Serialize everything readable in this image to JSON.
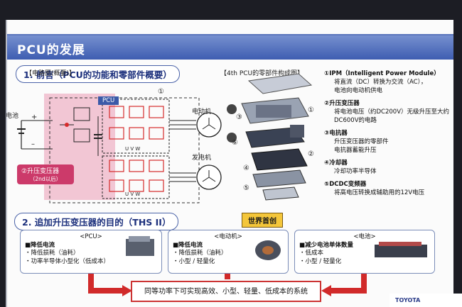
{
  "page": {
    "title": "PCU的发展"
  },
  "section1": {
    "heading": "1. 前言（PCU的功能和零部件概要）"
  },
  "circuit": {
    "heading": "【电路图(概要)】",
    "pcu_label": "PCU",
    "callout_1": "①",
    "battery_label": "电池",
    "plus": "+",
    "minus": "–",
    "motor_label": "电动机",
    "generator_label": "发电机",
    "uvw_left": "U  V  W",
    "uvw_right": "U  V  W",
    "booster_label": "②升压变压器",
    "booster_sub": "（2nd以后）"
  },
  "parts": {
    "heading": "【4th PCU的零部件构成图】",
    "callouts": [
      "①",
      "②",
      "③",
      "④",
      "⑤",
      "⑥"
    ],
    "list": [
      {
        "title": "①IPM（Intelligent Power Module）",
        "lines": [
          "将直流（DC）转换为交流（AC），",
          "电池向电动机供电"
        ]
      },
      {
        "title": "②升压变压器",
        "lines": [
          "将电池电压（约DC200V）无级升压至大约",
          "DC600V的电路"
        ]
      },
      {
        "title": "③电抗器",
        "lines": [
          "升压变压器的零部件",
          "电抗器蓄能升压"
        ]
      },
      {
        "title": "④冷却器",
        "lines": [
          "冷却功率半导体"
        ]
      },
      {
        "title": "⑤DCDC变频器",
        "lines": [
          "将高电压转换成辅助用的12V电压"
        ]
      }
    ]
  },
  "section2": {
    "heading": "2. 追加升压变压器的目的（THS II）",
    "first_tag": "世界首创"
  },
  "cards": [
    {
      "caption": "<PCU>",
      "lines": [
        "■降低电流",
        "・降低损耗（油耗）",
        "・功率半导体小型化（低成本）"
      ]
    },
    {
      "caption": "<电动机>",
      "lines": [
        "■降低电流",
        "・降低损耗（油耗）",
        "・小型 / 轻量化"
      ]
    },
    {
      "caption": "<电池>",
      "lines": [
        "■减少电池单体数量",
        "・低成本",
        "・小型 / 轻量化"
      ]
    }
  ],
  "conclusion": "同等功率下可实现高效、小型、轻量、低成本的系统",
  "brand": "TOYOTA",
  "colors": {
    "title_bar": "#3e5db1",
    "accent_red": "#c33333",
    "pink": "#cc3a6a",
    "circuit_red": "#d62b2b",
    "tag_yellow": "#f4c63a"
  }
}
